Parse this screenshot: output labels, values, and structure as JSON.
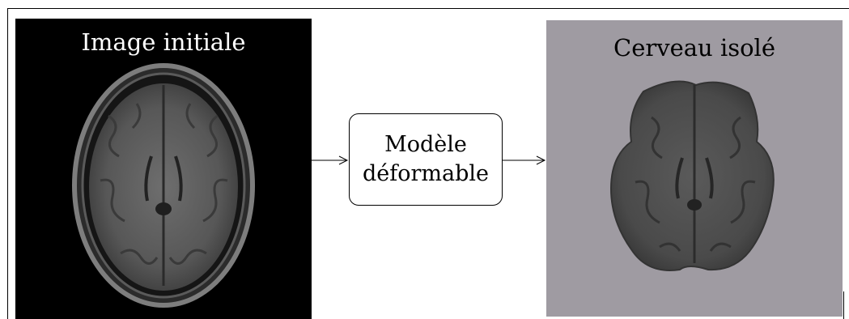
{
  "panels": {
    "initial": {
      "label": "Image initiale",
      "background": "#000000"
    },
    "result": {
      "label": "Cerveau isolé",
      "background": "#9f9ba2"
    }
  },
  "process": {
    "line1": "Modèle",
    "line2": "déformable"
  },
  "icons": [
    "brain-mri-slice",
    "arrow-right",
    "arrow-right",
    "segmented-brain"
  ]
}
